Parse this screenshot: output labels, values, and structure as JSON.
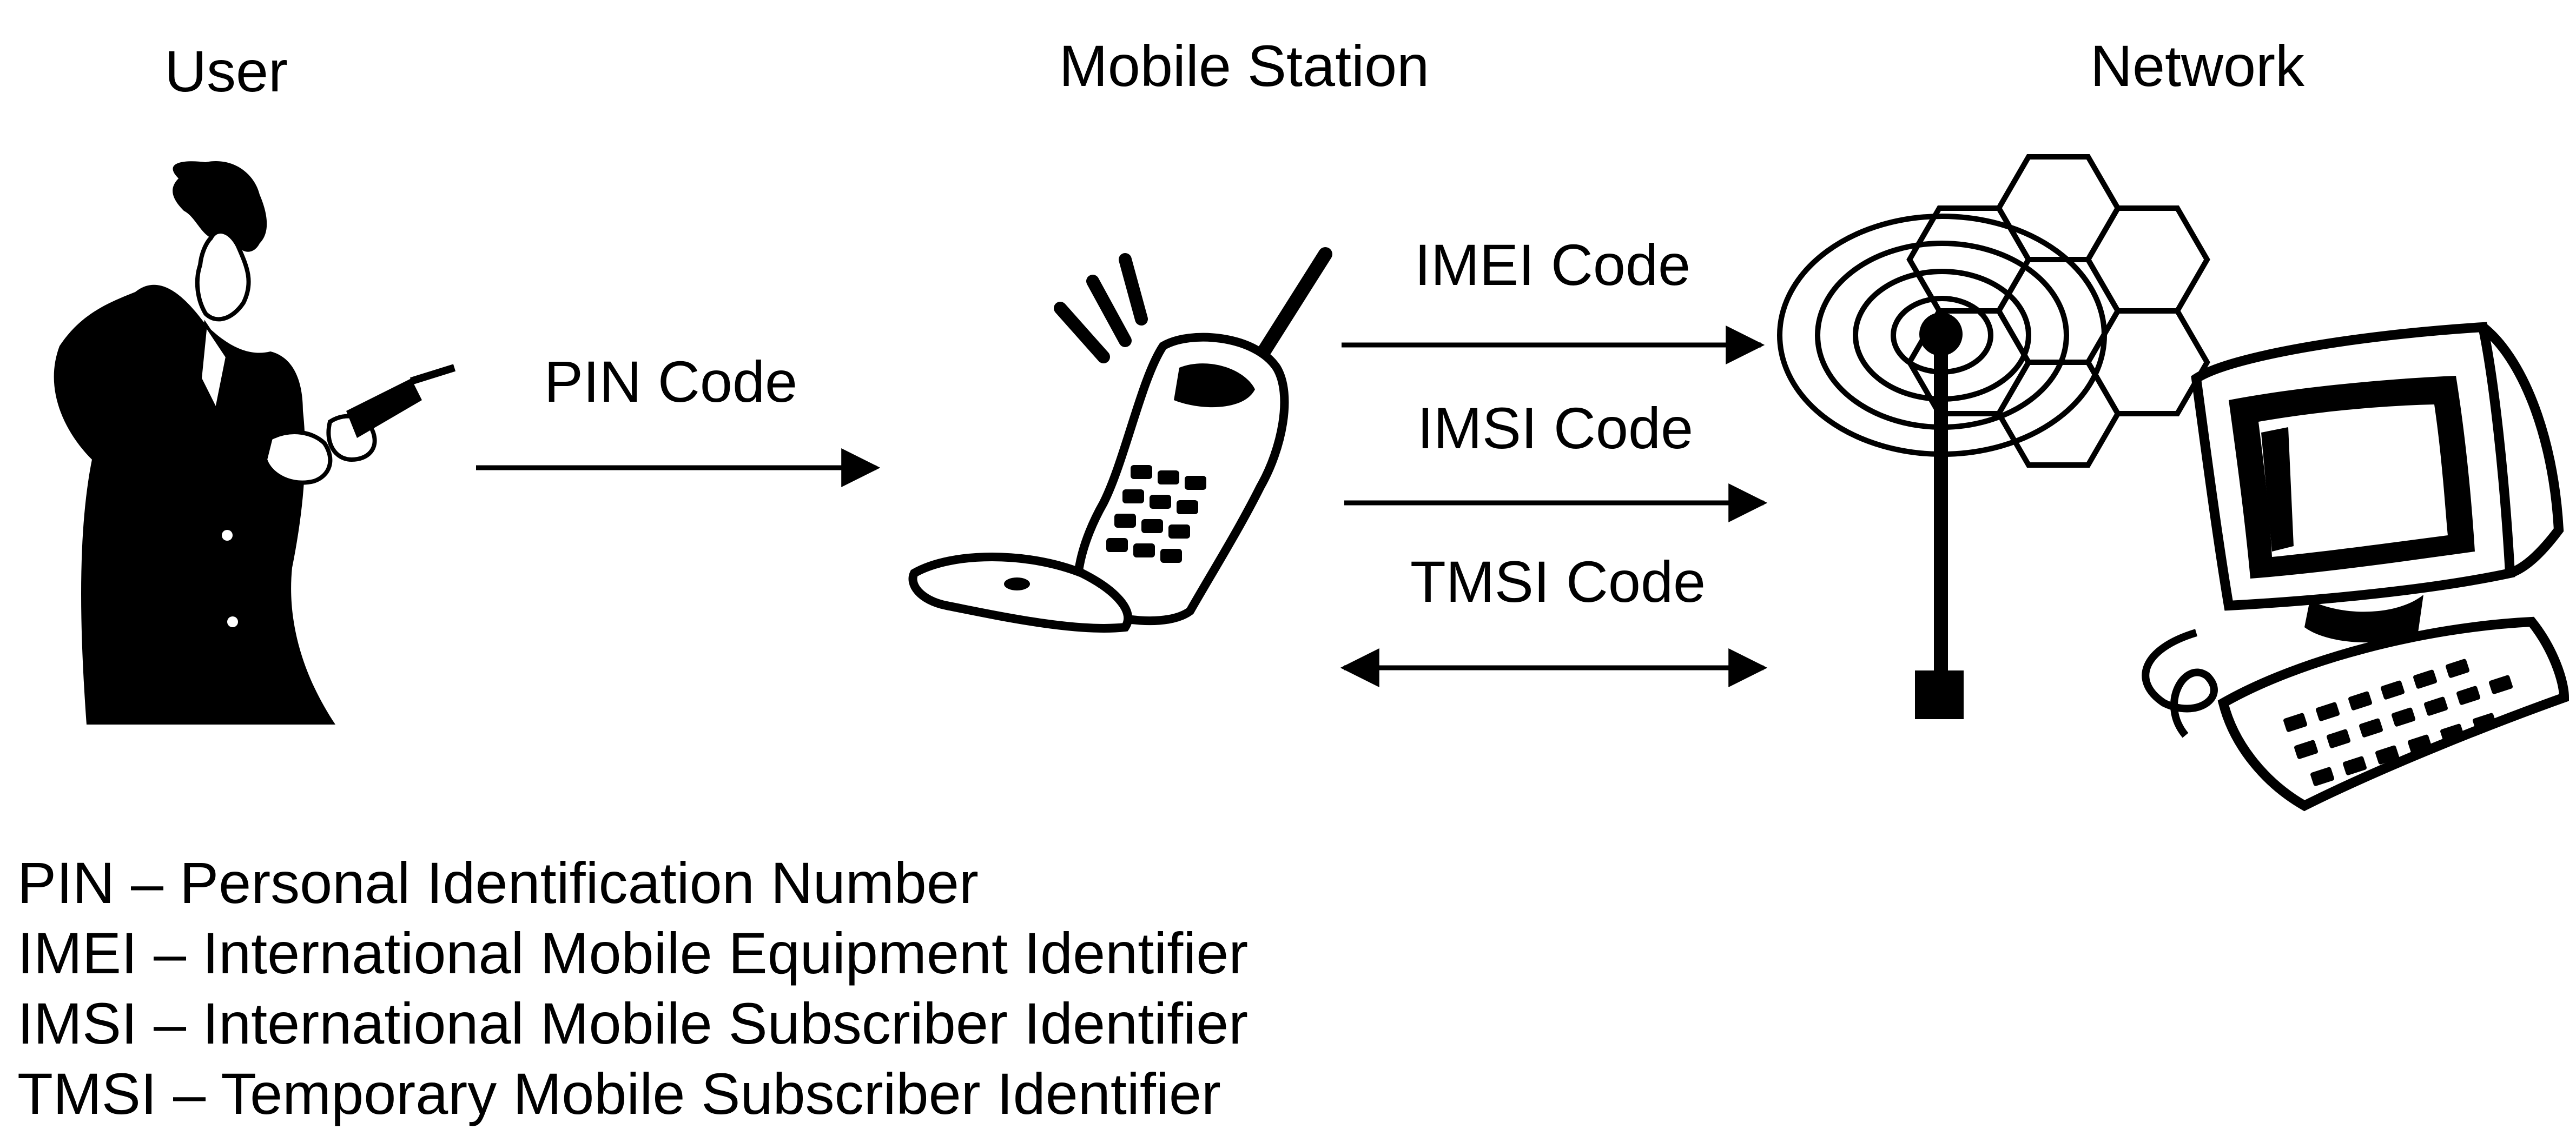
{
  "headings": {
    "user": "User",
    "mobile_station": "Mobile Station",
    "network": "Network"
  },
  "arrows": {
    "pin": "PIN Code",
    "imei": "IMEI Code",
    "imsi": "IMSI Code",
    "tmsi": "TMSI Code"
  },
  "legend": [
    "PIN – Personal Identification Number",
    "IMEI – International Mobile Equipment Identifier",
    "IMSI – International Mobile Subscriber Identifier",
    "TMSI – Temporary Mobile Subscriber Identifier"
  ],
  "icons": {
    "user": "person-with-phone-icon",
    "mobile": "mobile-phone-icon",
    "network": "antenna-and-computer-icon"
  }
}
